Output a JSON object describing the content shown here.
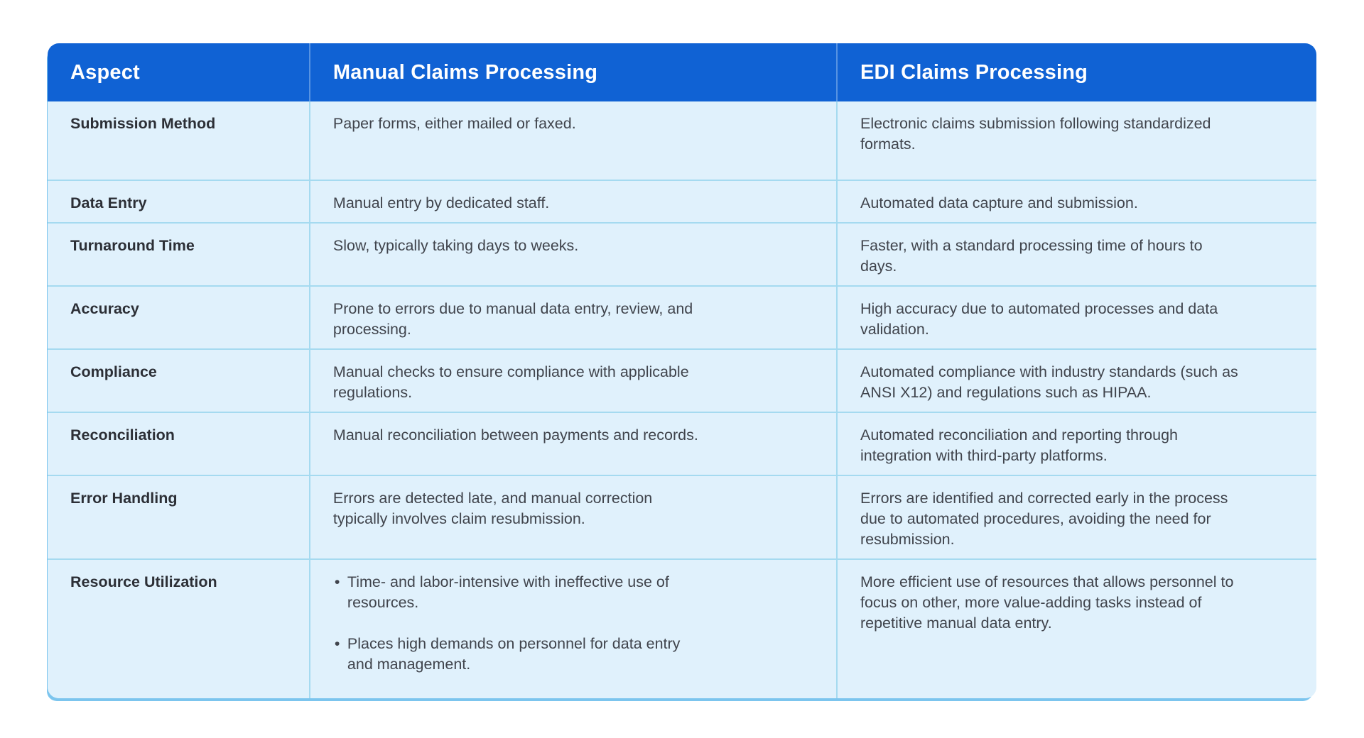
{
  "header": {
    "aspect": "Aspect",
    "manual": "Manual Claims Processing",
    "edi": "EDI Claims Processing"
  },
  "rows": [
    {
      "aspect": "Submission Method",
      "manual": "Paper forms, either mailed or faxed.",
      "edi": "Electronic claims submission following standardized formats."
    },
    {
      "aspect": "Data Entry",
      "manual": "Manual entry by dedicated staff.",
      "edi": "Automated data capture and submission."
    },
    {
      "aspect": "Turnaround Time",
      "manual": "Slow, typically taking days to weeks.",
      "edi": "Faster, with a standard processing time of hours to days."
    },
    {
      "aspect": "Accuracy",
      "manual": "Prone to errors due to manual data entry, review, and processing.",
      "edi": "High accuracy due to automated processes and data validation."
    },
    {
      "aspect": "Compliance",
      "manual": "Manual checks to ensure compliance with applicable regulations.",
      "edi": "Automated compliance with industry standards (such as ANSI X12) and regulations such as HIPAA."
    },
    {
      "aspect": "Reconciliation",
      "manual": "Manual reconciliation between payments and records.",
      "edi": "Automated reconciliation and reporting through integration with third-party platforms."
    },
    {
      "aspect": "Error Handling",
      "manual": "Errors are detected late, and manual correction typically involves claim resubmission.",
      "edi": "Errors are identified and corrected early in the process due to automated procedures, avoiding the need for resubmission."
    },
    {
      "aspect": "Resource Utilization",
      "manual_bullets": [
        "Time- and labor-intensive with ineffective use of resources.",
        "Places high demands on personnel for data entry and management."
      ],
      "edi": "More efficient use of resources that allows personnel to focus on other, more value-adding tasks instead of repetitive manual data entry."
    }
  ],
  "colors": {
    "header_bg": "#1062d4",
    "header_text": "#ffffff",
    "cell_bg": "#e0f1fc",
    "divider": "#a5daf0",
    "label_text": "#2c2f36",
    "body_text": "#40444c",
    "accent_edge": "#7cc5ee"
  }
}
